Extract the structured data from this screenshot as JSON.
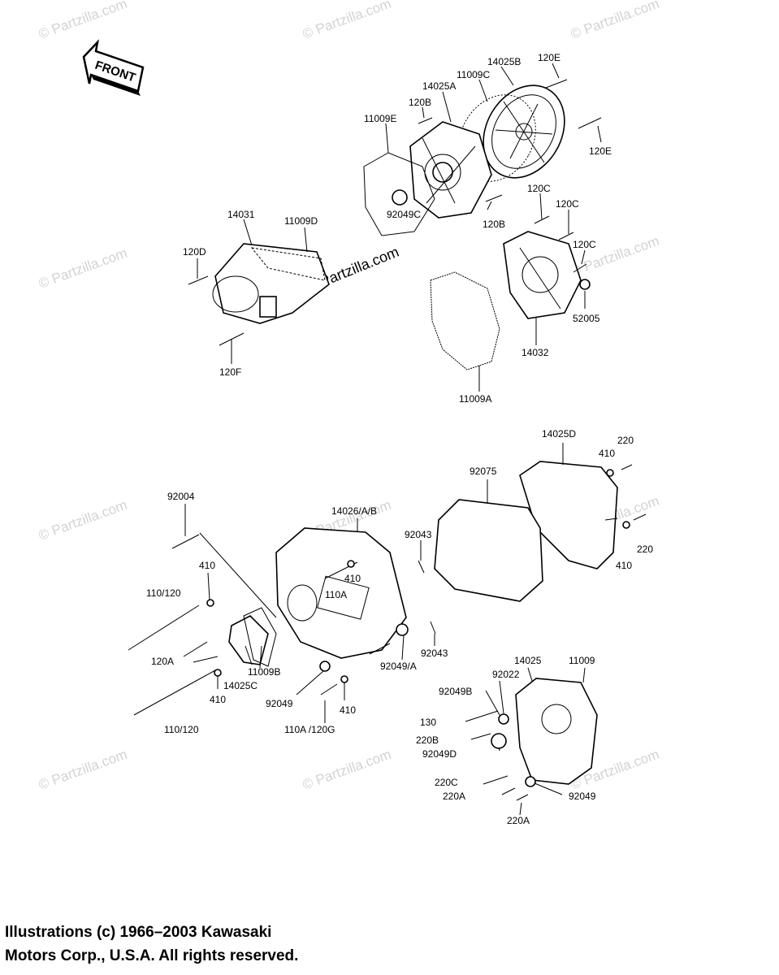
{
  "watermark": "© Partzilla.com",
  "front_label": "FRONT",
  "parts": {
    "p14025B": "14025B",
    "p120E_top": "120E",
    "p11009C": "11009C",
    "p14025A": "14025A",
    "p120B_top": "120B",
    "p11009E": "11009E",
    "p120E_right": "120E",
    "p92049C": "92049C",
    "p120B_bottom": "120B",
    "p120C_a": "120C",
    "p120C_b": "120C",
    "p120C_c": "120C",
    "p14031": "14031",
    "p11009D": "11009D",
    "p120D": "120D",
    "p52005": "52005",
    "p14032": "14032",
    "p120F": "120F",
    "p11009A": "11009A",
    "p14025D": "14025D",
    "p220_top": "220",
    "p410_top": "410",
    "p92075": "92075",
    "p92004": "92004",
    "p14026": "14026/A/B",
    "p92043_a": "92043",
    "p220_right": "220",
    "p410_right": "410",
    "p410_a": "410",
    "p410_b": "410",
    "p110A_a": "110A",
    "p110_120_a": "110/120",
    "p120A": "120A",
    "p11009B": "11009B",
    "p14025C": "14025C",
    "p410_c": "410",
    "p92043_b": "92043",
    "p92049A": "92049/A",
    "p92049": "92049",
    "p410_d": "410",
    "p110A_120G": "110A /120G",
    "p110_120_b": "110/120",
    "p14025": "14025",
    "p11009": "11009",
    "p92022": "92022",
    "p92049B": "92049B",
    "p130": "130",
    "p220B": "220B",
    "p92049D": "92049D",
    "p220C": "220C",
    "p220A_a": "220A",
    "p92049_b": "92049",
    "p220A_b": "220A"
  },
  "copyright": {
    "line1": "Illustrations (c) 1966–2003 Kawasaki",
    "line2": "Motors Corp., U.S.A.  All rights reserved."
  }
}
